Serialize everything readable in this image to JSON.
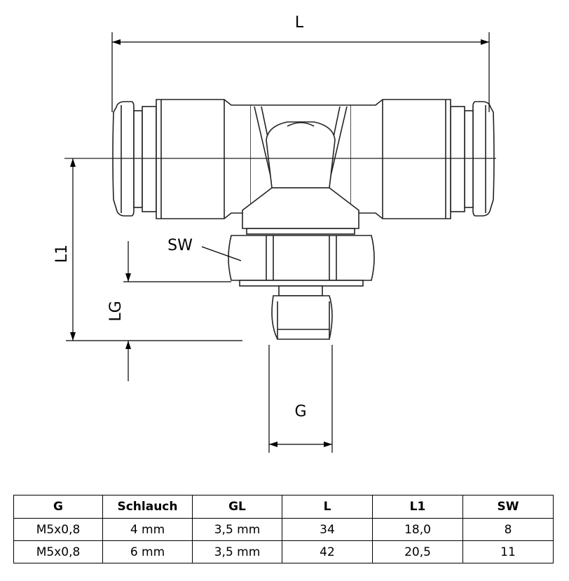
{
  "drawing": {
    "labels": {
      "L": "L",
      "L1": "L1",
      "LG": "LG",
      "SW": "SW",
      "G": "G"
    }
  },
  "table": {
    "headers": [
      "G",
      "Schlauch",
      "GL",
      "L",
      "L1",
      "SW"
    ],
    "rows": [
      [
        "M5x0,8",
        "4 mm",
        "3,5 mm",
        "34",
        "18,0",
        "8"
      ],
      [
        "M5x0,8",
        "6 mm",
        "3,5 mm",
        "42",
        "20,5",
        "11"
      ]
    ]
  }
}
